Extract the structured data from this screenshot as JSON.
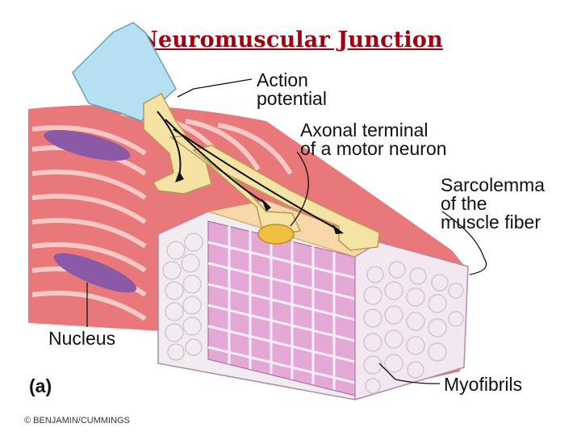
{
  "title": "Neuromuscular Junction",
  "labels": {
    "action_potential_line1": "Action",
    "action_potential_line2": "potential",
    "axonal_line1": "Axonal terminal",
    "axonal_line2": "of a motor neuron",
    "sarcolemma_line1": "Sarcolemma",
    "sarcolemma_line2": "of the",
    "sarcolemma_line3": "muscle fiber",
    "nucleus": "Nucleus",
    "myofibrils": "Myofibrils",
    "panel": "(a)",
    "credit": "© BENJAMIN/CUMMINGS"
  },
  "colors": {
    "title": "#a50010",
    "muscle": "#e8787a",
    "striation": "#f7c8c4",
    "neuron_body": "#b6dff2",
    "axon": "#f4e3a4",
    "terminal_highlight": "#f2c040",
    "nucleus": "#8a5aa6",
    "myofibril_grid": "#d98cc2",
    "cross_section": "#f1ecf0"
  }
}
